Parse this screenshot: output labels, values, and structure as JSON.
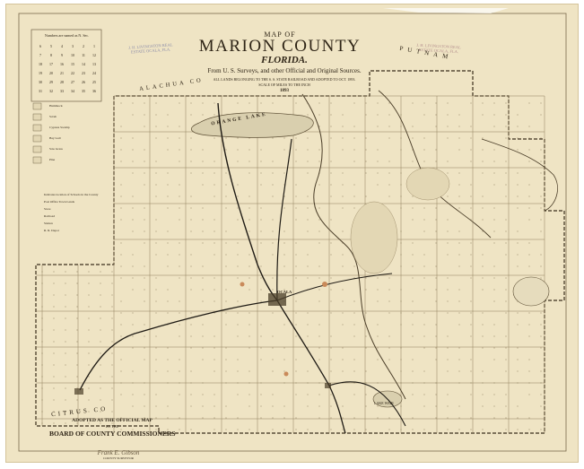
{
  "title": {
    "line1": "MAP OF",
    "main": "MARION COUNTY",
    "state": "FLORIDA.",
    "sources": "From U. S. Surveys, and other Official and Original Sources.",
    "note": "ALL LANDS BELONGING TO THE S. S. STATE RAILROAD AND ADOPTED TO OCT. 1893.",
    "note2": "SCALE OF MILES TO THE INCH",
    "year": "1893"
  },
  "stamps": {
    "left": "J. H. LIVINGSTON REAL ESTATE OCALA, FLA.",
    "right": "J. H. LIVINGSTON REAL ESTATE OCALA, FLA."
  },
  "labels": {
    "alachua": "ALACHUA CO",
    "putnam": "PUTNAM",
    "orange_lake": "ORANGE LAKE",
    "ocala": "OCALA",
    "citrus": "CITRUS CO",
    "lake_weir": "LAKE WEIR"
  },
  "adoption": {
    "line1": "ADOPTED AS THE OFFICIAL MAP",
    "line2": "BY THE",
    "line3": "BOARD OF COUNTY COMMISSIONERS",
    "signature": "Frank E. Gibson",
    "sig_caption": "COUNTY SURVEYOR"
  },
  "index": {
    "title": "Numbers are named as N. Sec.",
    "cells": [
      [
        "6",
        "5",
        "4",
        "3",
        "2",
        "1"
      ],
      [
        "7",
        "8",
        "9",
        "10",
        "11",
        "12"
      ],
      [
        "18",
        "17",
        "16",
        "15",
        "14",
        "13"
      ],
      [
        "19",
        "20",
        "21",
        "22",
        "23",
        "24"
      ],
      [
        "30",
        "29",
        "28",
        "27",
        "26",
        "25"
      ],
      [
        "31",
        "32",
        "33",
        "34",
        "35",
        "36"
      ]
    ]
  },
  "legend": {
    "items": [
      "Hammock",
      "Scrub",
      "Cypress Swamp",
      "Bay Gall",
      "Saw Grass",
      "Pine"
    ],
    "symbols": [
      "Indicates location of Schools in the County",
      "Post Office Town Lands",
      "Store",
      "Railroad",
      "Station",
      "R. R. Depot"
    ]
  },
  "colors": {
    "paper": "#efe4c4",
    "ink": "#2e2416",
    "water": "#d9cfae",
    "railroad": "#1e1a14",
    "accent_towns": "#c98a5a"
  }
}
